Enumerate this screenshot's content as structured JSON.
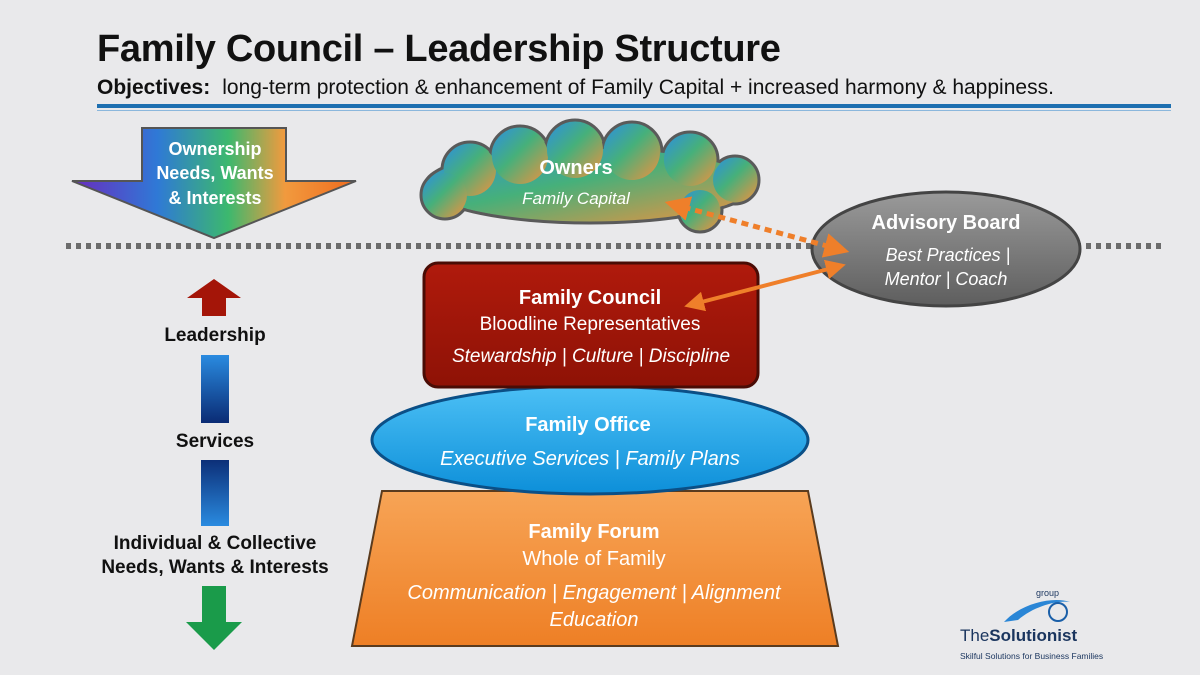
{
  "title": "Family Council – Leadership Structure",
  "objectives": {
    "label": "Objectives:",
    "text": "long-term protection & enhancement of Family Capital + increased harmony & happiness."
  },
  "ownership_arrow": {
    "lines": [
      "Ownership",
      "Needs, Wants",
      "& Interests"
    ]
  },
  "owners": {
    "title": "Owners",
    "subtitle": "Family Capital"
  },
  "advisory_board": {
    "title": "Advisory Board",
    "lines": [
      "Best Practices |",
      "Mentor | Coach"
    ]
  },
  "family_council": {
    "title": "Family Council",
    "subtitle": "Bloodline Representatives",
    "items": "Stewardship | Culture | Discipline"
  },
  "family_office": {
    "title": "Family Office",
    "items": "Executive Services | Family Plans"
  },
  "family_forum": {
    "title": "Family Forum",
    "subtitle": "Whole of Family",
    "items_1": "Communication | Engagement | Alignment",
    "items_2": "Education"
  },
  "side_labels": {
    "leadership": "Leadership",
    "services": "Services",
    "needs_line1": "Individual & Collective",
    "needs_line2": "Needs, Wants & Interests"
  },
  "logo": {
    "group": "group",
    "the": "The",
    "name": "Solutionist",
    "tagline": "Skilful Solutions for Business Families"
  },
  "colors": {
    "accent_blue": "#1d6fb0",
    "council_red": "#a41508",
    "office_blue": "#1aa3ea",
    "forum_orange": "#f28a34",
    "advisory_gray": "#7b7b7b",
    "connector_orange": "#ef7f2a"
  }
}
